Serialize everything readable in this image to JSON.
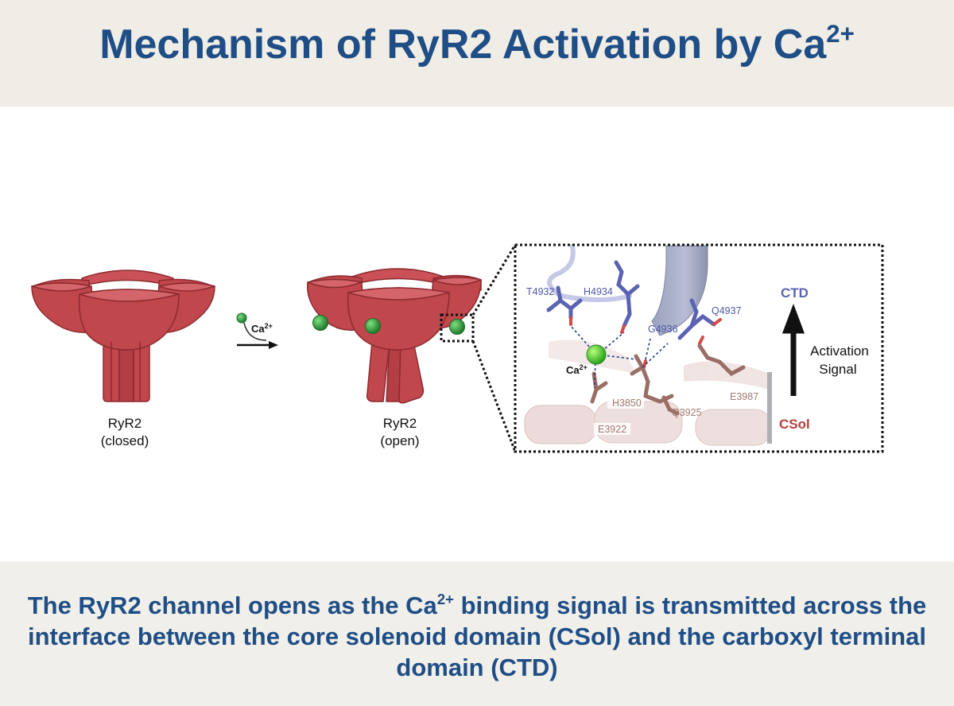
{
  "header": {
    "title_main": "Mechanism of RyR2 Activation by Ca",
    "title_sup": "2+"
  },
  "diagram": {
    "closed_label_1": "RyR2",
    "closed_label_2": "(closed)",
    "open_label_1": "RyR2",
    "open_label_2": "(open)",
    "arrow_ion": "Ca",
    "arrow_ion_sup": "2+",
    "inset": {
      "ion_label": "Ca",
      "ion_sup": "2+",
      "ctd_residues": [
        "T4932",
        "H4934",
        "G4936",
        "Q4937"
      ],
      "csol_residues": [
        "H3850",
        "E3922",
        "Q3925",
        "E3987"
      ],
      "ctd_label": "CTD",
      "csol_label": "CSol",
      "signal_line1": "Activation",
      "signal_line2": "Signal"
    },
    "colors": {
      "channel": "#c0474c",
      "channel_dark": "#8d2a2f",
      "calcium": "#2f9a3e",
      "ctd": "#5a63b3",
      "csol": "#b5403d",
      "residue_csol": "#b88a80"
    }
  },
  "caption": {
    "part1": "The RyR2 channel opens as the Ca",
    "sup": "2+",
    "part2": " binding signal is transmitted across the interface between the core solenoid domain (CSol) and the carboxyl terminal domain (CTD)"
  }
}
